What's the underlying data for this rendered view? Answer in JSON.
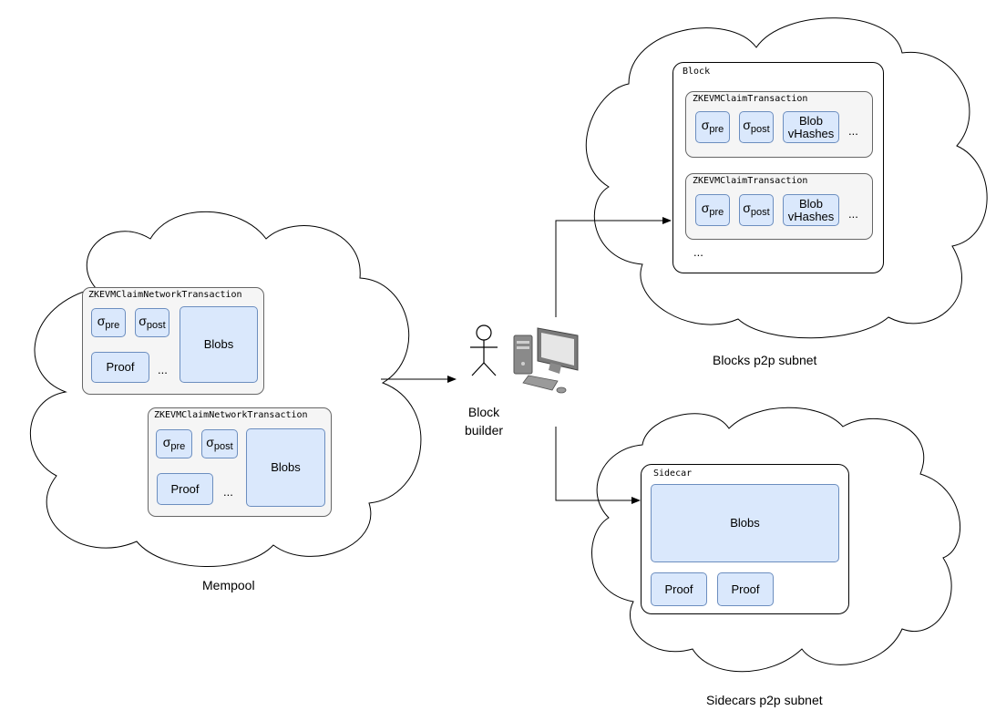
{
  "mempool": {
    "label": "Mempool",
    "transactions": [
      {
        "title": "ZKEVMClaimNetworkTransaction",
        "sigma_pre": {
          "base": "σ",
          "sub": "pre"
        },
        "sigma_post": {
          "base": "σ",
          "sub": "post"
        },
        "proof": "Proof",
        "ellipsis": "...",
        "blobs": "Blobs"
      },
      {
        "title": "ZKEVMClaimNetworkTransaction",
        "sigma_pre": {
          "base": "σ",
          "sub": "pre"
        },
        "sigma_post": {
          "base": "σ",
          "sub": "post"
        },
        "proof": "Proof",
        "ellipsis": "...",
        "blobs": "Blobs"
      }
    ]
  },
  "builder": {
    "label_line1": "Block",
    "label_line2": "builder"
  },
  "blocks_subnet": {
    "label": "Blocks p2p subnet",
    "block_title": "Block",
    "transactions": [
      {
        "title": "ZKEVMClaimTransaction",
        "sigma_pre": {
          "base": "σ",
          "sub": "pre"
        },
        "sigma_post": {
          "base": "σ",
          "sub": "post"
        },
        "vhashes_line1": "Blob",
        "vhashes_line2": "vHashes",
        "ellipsis": "..."
      },
      {
        "title": "ZKEVMClaimTransaction",
        "sigma_pre": {
          "base": "σ",
          "sub": "pre"
        },
        "sigma_post": {
          "base": "σ",
          "sub": "post"
        },
        "vhashes_line1": "Blob",
        "vhashes_line2": "vHashes",
        "ellipsis": "..."
      }
    ],
    "more": "..."
  },
  "sidecars_subnet": {
    "label": "Sidecars p2p subnet",
    "sidecar_title": "Sidecar",
    "blobs": "Blobs",
    "proofs": [
      "Proof",
      "Proof"
    ]
  },
  "icons": [
    "person-icon",
    "computer-icon"
  ],
  "colors": {
    "box_fill": "#dae8fc",
    "box_stroke": "#6c8ebf",
    "container_fill": "#f5f5f5"
  }
}
